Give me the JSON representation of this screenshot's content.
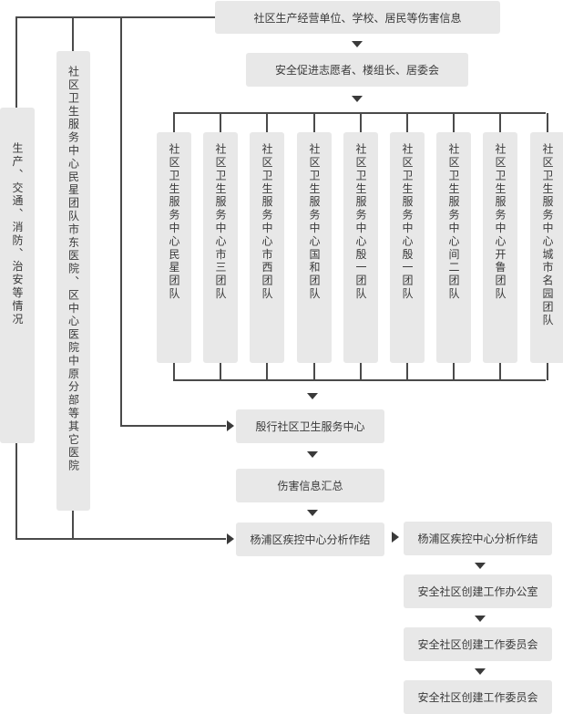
{
  "top": {
    "label": "社区生产经营单位、学校、居民等伤害信息"
  },
  "volunteers": {
    "label": "安全促进志愿者、楼组长、居委会"
  },
  "left_box": {
    "label": "生产、交通、消防、治安等情况"
  },
  "hospitals_box": {
    "label": "社区卫生服务中心民星团队市东医院、区中心医院中原分部等其它医院"
  },
  "teams": [
    {
      "label": "社区卫生服务中心民星团队"
    },
    {
      "label": "社区卫生服务中心市三团队"
    },
    {
      "label": "社区卫生服务中心市西团队"
    },
    {
      "label": "社区卫生服务中心国和团队"
    },
    {
      "label": "社区卫生服务中心殷一团队"
    },
    {
      "label": "社区卫生服务中心殷一团队"
    },
    {
      "label": "社区卫生服务中心间二团队"
    },
    {
      "label": "社区卫生服务中心开鲁团队"
    },
    {
      "label": "社区卫生服务中心城市名园团队"
    }
  ],
  "center": {
    "label": "殷行社区卫生服务中心"
  },
  "summary": {
    "label": "伤害信息汇总"
  },
  "analysis_1": {
    "label": "杨浦区疾控中心分析作结"
  },
  "analysis_2": {
    "label": "杨浦区疾控中心分析作结"
  },
  "office": {
    "label": "安全社区创建工作办公室"
  },
  "committee_1": {
    "label": "安全社区创建工作委员会"
  },
  "committee_2": {
    "label": "安全社区创建工作委员会"
  }
}
